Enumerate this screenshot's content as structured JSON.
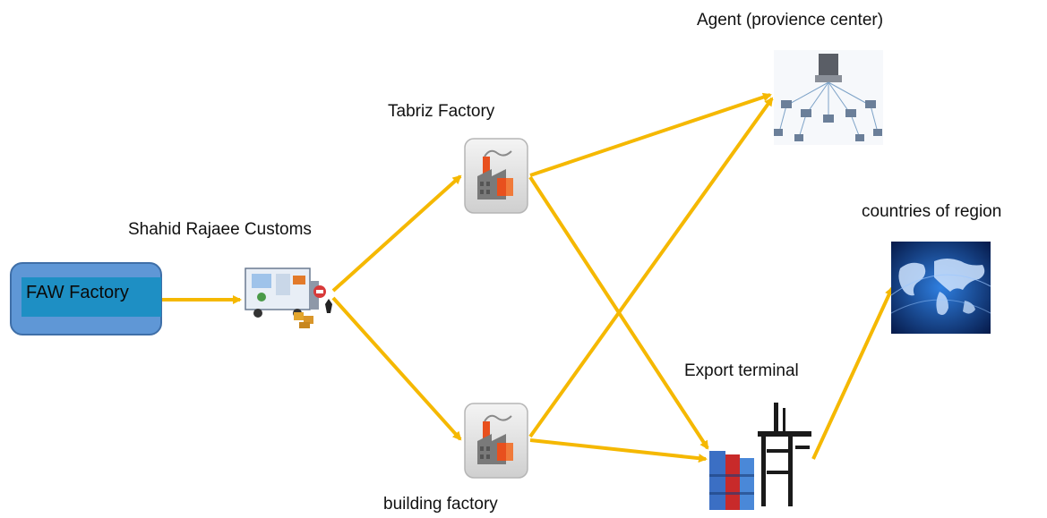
{
  "diagram": {
    "nodes": {
      "faw": {
        "label": "FAW Factory"
      },
      "customs": {
        "label": "Shahid Rajaee Customs"
      },
      "tabriz": {
        "label": "Tabriz Factory"
      },
      "building": {
        "label": "building factory"
      },
      "agent": {
        "label": "Agent (provience center)"
      },
      "export": {
        "label": "Export terminal"
      },
      "countries": {
        "label": "countries of region"
      }
    },
    "edges": [
      {
        "from": "faw",
        "to": "customs"
      },
      {
        "from": "customs",
        "to": "tabriz"
      },
      {
        "from": "customs",
        "to": "building"
      },
      {
        "from": "tabriz",
        "to": "agent"
      },
      {
        "from": "tabriz",
        "to": "export"
      },
      {
        "from": "building",
        "to": "agent"
      },
      {
        "from": "building",
        "to": "export"
      },
      {
        "from": "export",
        "to": "countries"
      }
    ],
    "colors": {
      "arrow": "#f5b800",
      "faw_box": "#5f97d6",
      "faw_inner": "#1e8fc4",
      "factory_accent": "#e8501e",
      "globe": "#0b3c8c"
    },
    "icons": {
      "customs": "customs-truck-icon",
      "tabriz": "factory-icon",
      "building": "factory-icon",
      "agent": "distribution-network-icon",
      "export": "container-terminal-icon",
      "countries": "world-map-icon"
    }
  }
}
